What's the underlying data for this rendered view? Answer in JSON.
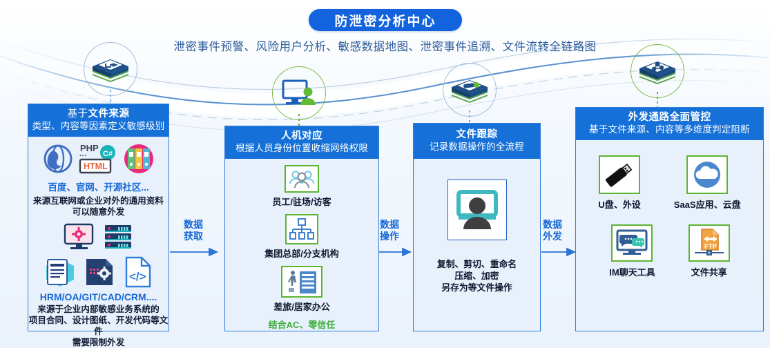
{
  "header": {
    "title": "防泄密分析中心",
    "subtitle": "泄密事件预警、风险用户分析、敏感数据地图、泄密事件追溯、文件流转全链路图",
    "title_bg": "#1263dd",
    "subtitle_color": "#2a5a9a"
  },
  "nodes": [
    {
      "name": "data-layer-node",
      "icon": "database-stack-icon"
    },
    {
      "name": "user-terminal-node",
      "icon": "monitor-user-icon"
    },
    {
      "name": "file-tracking-node",
      "icon": "usb-stack-icon"
    },
    {
      "name": "network-node",
      "icon": "network-stack-icon"
    }
  ],
  "cards": [
    {
      "id": "file-source",
      "title_strong": "文件来源",
      "title_prefix": "基于",
      "subtitle": "类型、内容等因素定义敏感级别",
      "groups": [
        {
          "icons": [
            "globe-icon",
            "code-php-html-csharp-icon",
            "folders-icon"
          ],
          "caption_blue": "百度、官网、开源社区...",
          "caption_dark": "来源互联网或企业对外的通用资料\n可以随意外发"
        },
        {
          "icons": [
            "monitor-gear-icon",
            "server-rack-icon",
            "document-icon",
            "settings-box-icon",
            "code-file-icon"
          ],
          "caption_blue": "HRM/OA/GIT/CAD/CRM....",
          "caption_dark": "来源于企业内部敏感业务系统的\n项目合同、设计图纸、开发代码等文件\n需要限制外发"
        }
      ]
    },
    {
      "id": "human-machine",
      "title_strong": "人机对应",
      "title_prefix": "",
      "subtitle": "根据人员身份位置收缩网络权限",
      "items": [
        {
          "icon": "users-group-icon",
          "label": "员工/驻场/访客"
        },
        {
          "icon": "org-structure-icon",
          "label": "集团总部/分支机构"
        },
        {
          "icon": "traveler-building-icon",
          "label": "差旅/居家办公"
        }
      ],
      "footnote": "结合AC、零信任"
    },
    {
      "id": "file-tracking",
      "title_strong": "文件跟踪",
      "title_prefix": "",
      "subtitle": "记录数据操作的全流程",
      "items": [
        {
          "icon": "person-monitor-icon",
          "label": ""
        }
      ],
      "caption_dark": "复制、剪切、重命名\n压缩、加密\n另存为等文件操作"
    },
    {
      "id": "outbound-control",
      "title_strong": "外发通路全面管控",
      "title_prefix": "",
      "subtitle": "基于文件来源、内容等多维度判定阻断",
      "items": [
        {
          "icon": "usb-drive-icon",
          "label": "U盘、外设"
        },
        {
          "icon": "cloud-icon",
          "label": "SaaS应用、云盘"
        },
        {
          "icon": "im-chat-icon",
          "label": "IM聊天工具"
        },
        {
          "icon": "ftp-share-icon",
          "label": "文件共享"
        }
      ]
    }
  ],
  "arrows": [
    {
      "name": "arrow-data-acquire",
      "line1": "数据",
      "line2": "获取"
    },
    {
      "name": "arrow-data-operate",
      "line1": "数据",
      "line2": "操作"
    },
    {
      "name": "arrow-data-outbound",
      "line1": "数据",
      "line2": "外发"
    }
  ],
  "colors": {
    "card_border": "#2f7ddc",
    "card_header": "#1570d8",
    "card_body": "#e8f1fb",
    "accent_blue": "#1768d6",
    "accent_green": "#5cb531"
  }
}
